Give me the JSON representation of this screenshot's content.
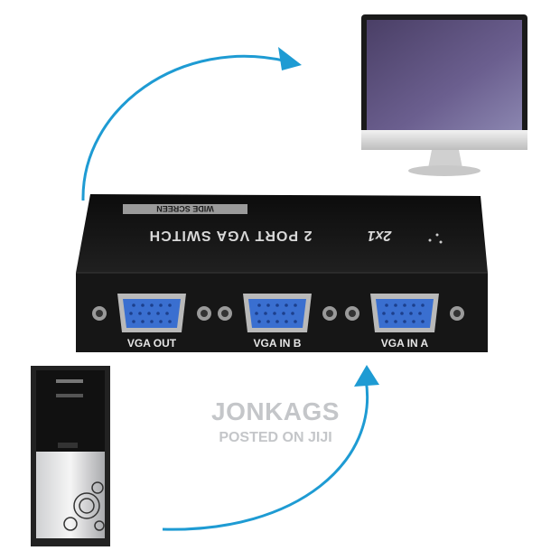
{
  "product": {
    "lid_badge": "WIDE SCREEN",
    "lid_title": "2 PORT VGA SWITCH",
    "lid_ratio": "2x1",
    "ports": [
      {
        "label": "VGA OUT"
      },
      {
        "label": "VGA IN B"
      },
      {
        "label": "VGA IN A"
      }
    ]
  },
  "watermark": {
    "seller": "JONKAGS",
    "source": "POSTED ON JIJI"
  },
  "colors": {
    "arrow": "#1e9bd3",
    "device": "#141414",
    "port": "#3a6fd0",
    "watermark": "#c4c6c9"
  }
}
